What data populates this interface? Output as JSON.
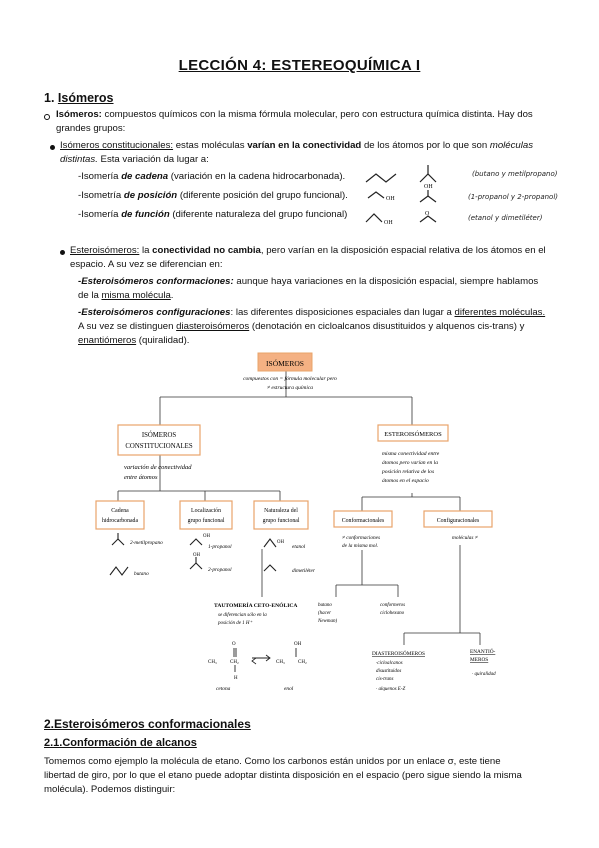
{
  "title": "LECCIÓN 4: ESTEREOQUÍMICA I",
  "sec1": {
    "num": "1.",
    "heading": "Isómeros",
    "isomeros_term": "Isómeros:",
    "isomeros_def_l1": "compuestos químicos con la misma fórmula molecular, pero con estructura química distinta. Hay dos",
    "isomeros_def_l2": "grandes grupos:",
    "constit": {
      "term": "Isómeros constitucionales:",
      "def_a": "estas moléculas",
      "def_b": "varían en la conectividad",
      "def_c": "de los átomos por lo que son",
      "def_d": "moléculas",
      "def_e": "distintas.",
      "def_f": "Esta variación da lugar a:",
      "items": [
        {
          "pre": "-Isomería ",
          "em": "de cadena",
          "rest": " (variación en la cadena hidrocarbonada)."
        },
        {
          "pre": "-Isometría ",
          "em": "de posición",
          "rest": " (diferente posición del grupo funcional)."
        },
        {
          "pre": "-Isomería ",
          "em": "de función",
          "rest": " (diferente naturaleza del grupo funcional)"
        }
      ],
      "notes": [
        "(butano y metilpropano)",
        "(1-propanol y 2-propanol)",
        "(etanol y dimetiléter)"
      ]
    },
    "estereo": {
      "term": "Esteroisómeros:",
      "a": "la",
      "b": "conectividad no cambia",
      "c": ", pero varían en la disposición espacial relativa de los átomos en el",
      "l2": "espacio. A su vez se diferencian en:",
      "conf_term": "-Esteroisómeros conformaciones:",
      "conf_def": " aunque haya variaciones en la disposición espacial, siempre hablamos",
      "conf_l2a": "de la ",
      "conf_l2b": "misma molécula",
      "conf_l2c": ".",
      "cfg_term": "-Esteroisómeros configuraciones",
      "cfg_def": ": las diferentes disposiciones espaciales dan lugar a ",
      "cfg_u": "diferentes moléculas.",
      "l3a": "A su vez se distinguen ",
      "l3b": "diasteroisómeros",
      "l3c": " (denotación en cicloalcanos disustituidos y alquenos cis-trans) y",
      "l4a": "enantiómeros",
      "l4b": " (quiralidad)."
    }
  },
  "diagram": {
    "root": "ISÓMEROS",
    "root_note": [
      "compuestos con = fórmula molecular pero",
      "≠ estructura química"
    ],
    "constit": [
      "ISÓMEROS",
      "CONSTITUCIONALES"
    ],
    "constit_note": [
      "variación de conectividad",
      "entre átomos"
    ],
    "estereo": "ESTEROISÓMEROS",
    "estereo_note": [
      "misma conectividad entre",
      "átomos pero varían en la",
      "posición relativa de los",
      "átomos en el espacio"
    ],
    "cadena": [
      "Cadena",
      "hidrocarbonada"
    ],
    "localiz": [
      "Localización",
      "grupo funcional"
    ],
    "natur": [
      "Naturaleza del",
      "grupo funcional"
    ],
    "conformacionales": "Conformacionales",
    "configuracionales": "Configuracionales",
    "conf_note": [
      "≠ conformaciones",
      "de la misma mol."
    ],
    "cfg_note": "moléculas ≠",
    "labels": {
      "metil": "2-metilpropano",
      "butano": "butano",
      "oh1": "OH",
      "oh2": "OH",
      "p1": "1-propanol",
      "p2": "2-propanol",
      "oh3": "OH",
      "etanol": "etanol",
      "dimetil": "dimetiléter",
      "tauto": "TAUTOMERÍA CETO-ENÓLICA",
      "tauto_note": [
        "se diferencian sólo en la",
        "posición de 1 H⁺"
      ],
      "cetona": "cetona",
      "enol": "enol",
      "ch3a": "CH₃",
      "ch2a": "CH₂",
      "ch3b": "CH₃",
      "ch2b": "CH₂",
      "oa": "O",
      "ob": "OH",
      "ha": "H",
      "butano_f": [
        "butano",
        "(hacer",
        "Newman)"
      ],
      "confor_c": [
        "conformeros",
        "ciclohexano"
      ],
      "diast": "DIASTEROISÓMEROS",
      "diast_items": [
        "·cicloalcanos",
        "disustituidos",
        "cis-trans",
        "· alquenos E-Z"
      ],
      "enant": [
        "ENANTIÓ-",
        "MEROS"
      ],
      "quir": "· quiralidad"
    }
  },
  "sec2": {
    "heading": "2.Esteroisómeros conformacionales",
    "sub": "2.1.Conformación de alcanos",
    "p_l1": "Tomemos como ejemplo la molécula de etano. Como los carbonos están unidos por un enlace σ, este tiene",
    "p_l2": "libertad de giro, por lo que el etano puede adoptar distinta disposición en el espacio (pero sigue siendo la misma",
    "p_l3": "molécula). Podemos distinguir:"
  }
}
